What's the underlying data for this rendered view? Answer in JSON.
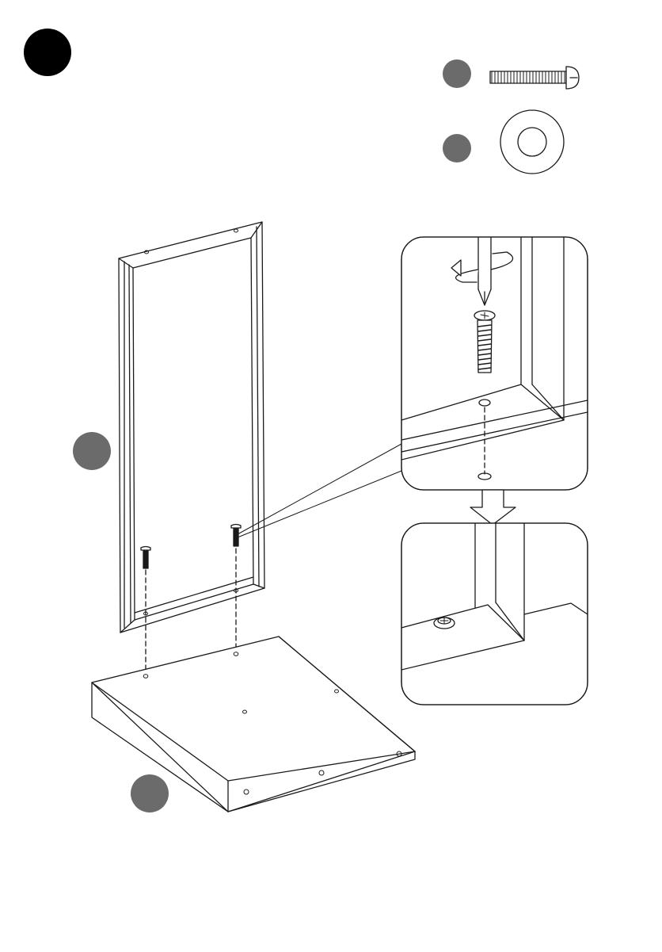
{
  "colors": {
    "ink": "#1a1a1a",
    "badge_dark": "#000000",
    "badge_grey": "#6b6b6b",
    "paper": "#ffffff"
  },
  "step": {
    "number": ""
  },
  "parts": [
    {
      "id": "screw",
      "icon": "bolt-icon",
      "label": ""
    },
    {
      "id": "washer",
      "icon": "washer-icon",
      "label": ""
    }
  ],
  "components": [
    {
      "id": "panel-frame",
      "icon": "frame-panel-icon",
      "label": ""
    },
    {
      "id": "base",
      "icon": "base-board-icon",
      "label": ""
    }
  ],
  "callouts": [
    {
      "id": "detail-screwing",
      "icon": "screwdriver-rotate-icon"
    },
    {
      "id": "detail-result",
      "icon": "fastened-screw-icon"
    }
  ]
}
